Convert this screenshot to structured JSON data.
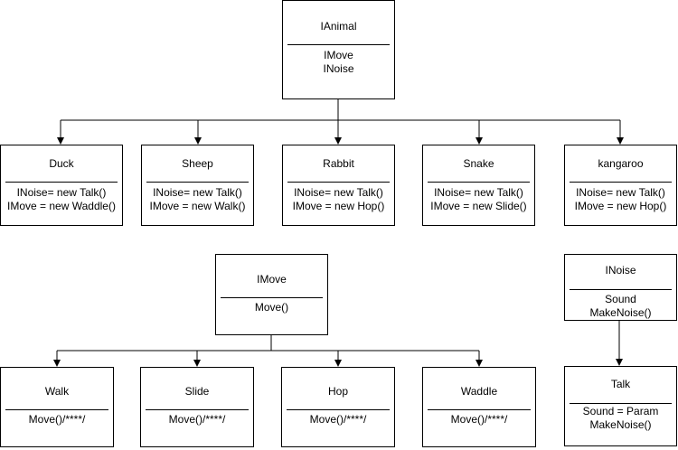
{
  "ianimal": {
    "title": "IAnimal",
    "lines": [
      "IMove",
      "INoise"
    ]
  },
  "duck": {
    "title": "Duck",
    "lines": [
      "INoise= new Talk()",
      "IMove = new Waddle()"
    ]
  },
  "sheep": {
    "title": "Sheep",
    "lines": [
      "INoise= new Talk()",
      "IMove = new Walk()"
    ]
  },
  "rabbit": {
    "title": "Rabbit",
    "lines": [
      "INoise= new Talk()",
      "IMove = new Hop()"
    ]
  },
  "snake": {
    "title": "Snake",
    "lines": [
      "INoise= new Talk()",
      "IMove = new Slide()"
    ]
  },
  "kangaroo": {
    "title": "kangaroo",
    "lines": [
      "INoise= new Talk()",
      "IMove = new Hop()"
    ]
  },
  "imove": {
    "title": "IMove",
    "lines": [
      "Move()"
    ]
  },
  "inoise": {
    "title": "INoise",
    "lines": [
      "Sound",
      "MakeNoise()"
    ]
  },
  "walk": {
    "title": "Walk",
    "lines": [
      "Move()/****/"
    ]
  },
  "slide": {
    "title": "Slide",
    "lines": [
      "Move()/****/"
    ]
  },
  "hop": {
    "title": "Hop",
    "lines": [
      "Move()/****/"
    ]
  },
  "waddle": {
    "title": "Waddle",
    "lines": [
      "Move()/****/"
    ]
  },
  "talk": {
    "title": "Talk",
    "lines": [
      "Sound = Param",
      "MakeNoise()"
    ]
  }
}
